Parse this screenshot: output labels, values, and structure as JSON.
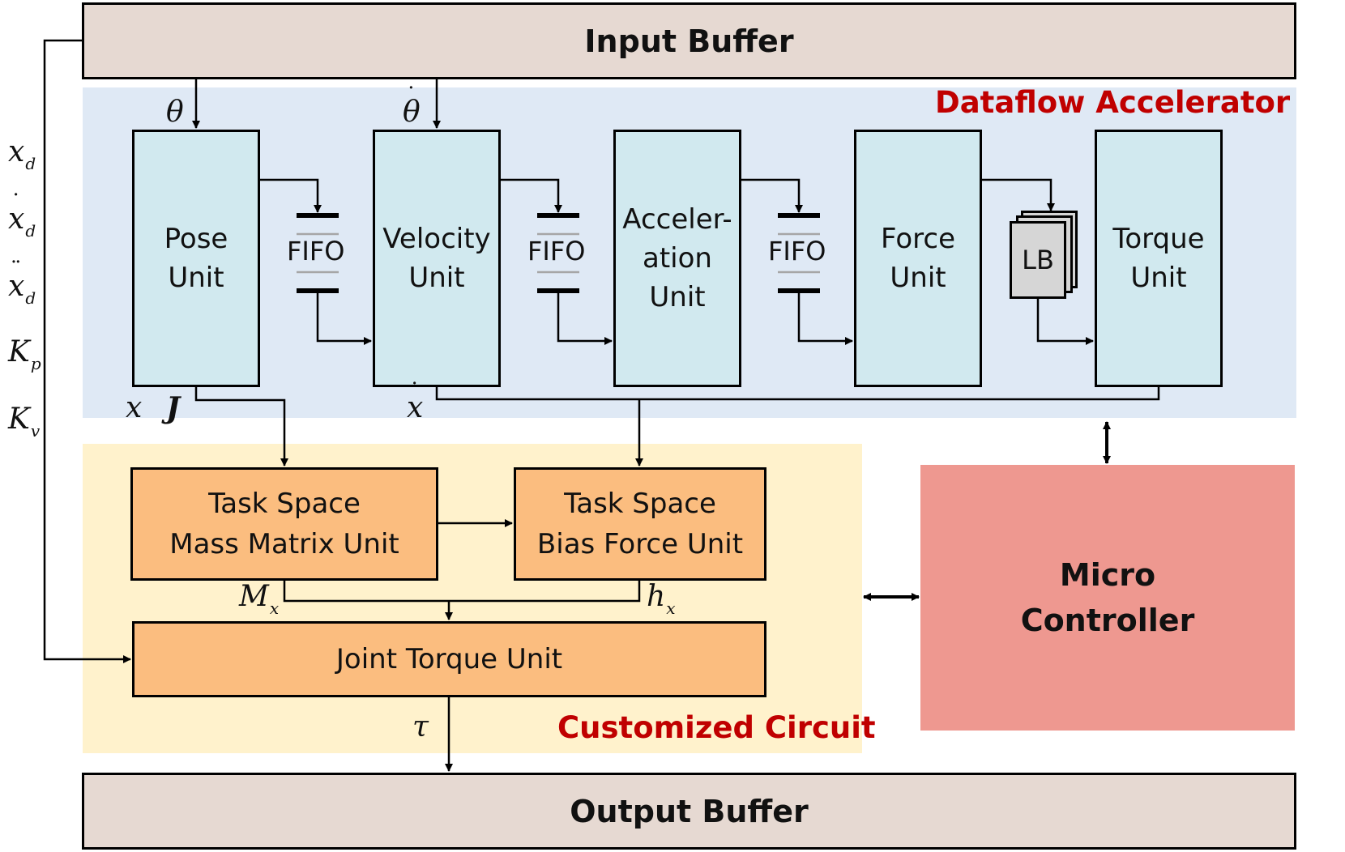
{
  "buffers": {
    "input": "Input Buffer",
    "output": "Output Buffer"
  },
  "regions": {
    "dataflow_accelerator": "Dataflow Accelerator",
    "customized_circuit": "Customized Circuit"
  },
  "units": {
    "pose": "Pose\nUnit",
    "velocity": "Velocity\nUnit",
    "acceleration": "Acceler-\nation\nUnit",
    "force": "Force\nUnit",
    "torque": "Torque\nUnit"
  },
  "fifo_label": "FIFO",
  "lb_label": "LB",
  "circuit_units": {
    "mass_matrix": "Task Space\nMass Matrix Unit",
    "bias_force": "Task Space\nBias Force Unit",
    "joint_torque": "Joint Torque Unit"
  },
  "micro_controller": "Micro\nController",
  "symbols": {
    "theta": "θ",
    "theta_dot": "θ",
    "x": "x",
    "J": "J",
    "x_dot": "x",
    "M": "M",
    "M_sub": "x",
    "h": "h",
    "h_sub": "x",
    "tau": "τ",
    "left_inputs": [
      {
        "base": "x",
        "sub": "d",
        "dots": ""
      },
      {
        "base": "x",
        "sub": "d",
        "dots": "˙"
      },
      {
        "base": "x",
        "sub": "d",
        "dots": "¨"
      },
      {
        "base": "K",
        "sub": "p",
        "dots": ""
      },
      {
        "base": "K",
        "sub": "v",
        "dots": ""
      }
    ]
  },
  "colors": {
    "buffer": "#e6d9d2",
    "accelerator_bg": "#dfe9f5",
    "unit": "#d1e9ef",
    "circuit_bg": "#fff2cc",
    "circuit_unit": "#fbbd7f",
    "micro_controller": "#ee9890",
    "title_red": "#c00000"
  }
}
